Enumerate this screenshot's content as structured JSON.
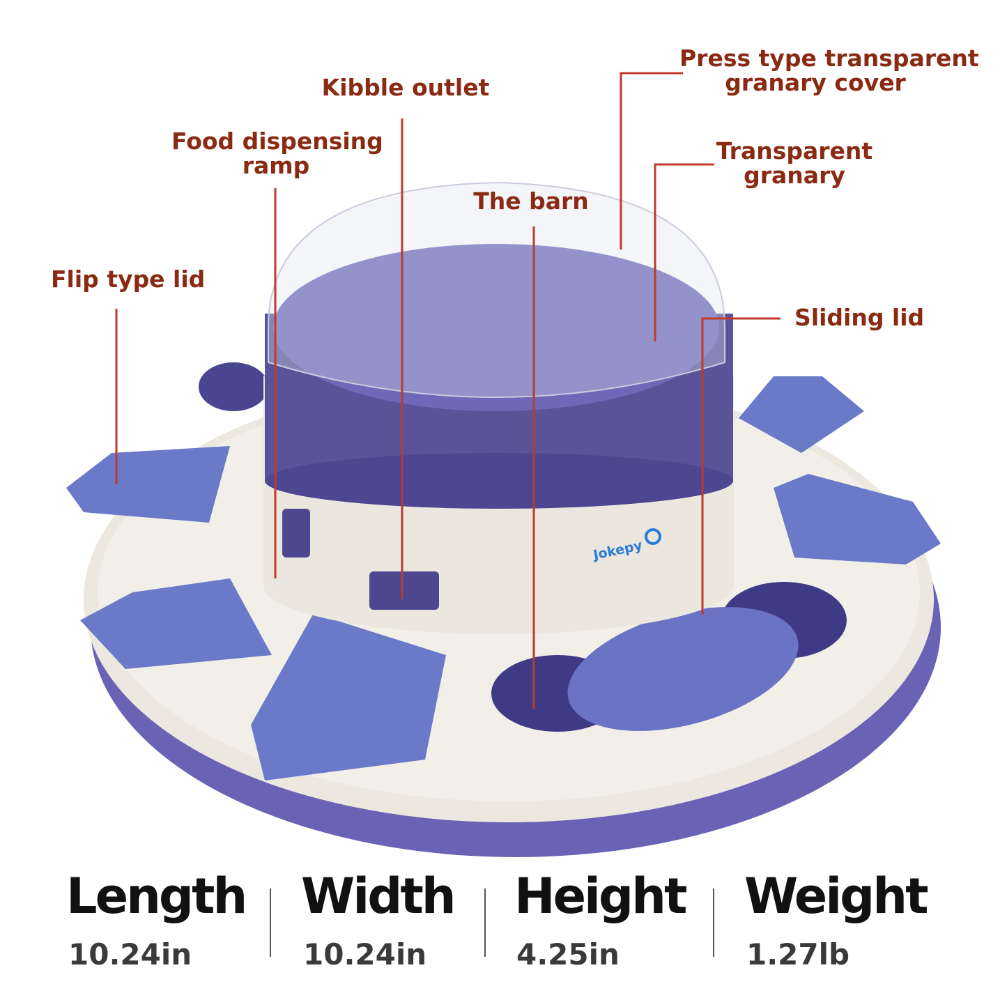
{
  "brand": {
    "logo_text": "Jokepy",
    "logo_color": "#2a7bd6"
  },
  "callouts": [
    {
      "id": "press-cover",
      "lines": [
        "Press type transparent",
        "granary cover"
      ]
    },
    {
      "id": "kibble-outlet",
      "lines": [
        "Kibble outlet"
      ]
    },
    {
      "id": "food-ramp",
      "lines": [
        "Food dispensing",
        "ramp"
      ]
    },
    {
      "id": "barn",
      "lines": [
        "The barn"
      ]
    },
    {
      "id": "granary",
      "lines": [
        "Transparent",
        "granary"
      ]
    },
    {
      "id": "flip-lid",
      "lines": [
        "Flip type lid"
      ]
    },
    {
      "id": "sliding-lid",
      "lines": [
        "Sliding lid"
      ]
    }
  ],
  "dimensions": [
    {
      "label": "Length",
      "value": "10.24in"
    },
    {
      "label": "Width",
      "value": "10.24in"
    },
    {
      "label": "Height",
      "value": "4.25in"
    },
    {
      "label": "Weight",
      "value": "1.27lb"
    }
  ],
  "colors": {
    "label": "#8a2a12",
    "leader": "#c0392b",
    "purple": "#6b66b8",
    "cream": "#ece8df"
  }
}
